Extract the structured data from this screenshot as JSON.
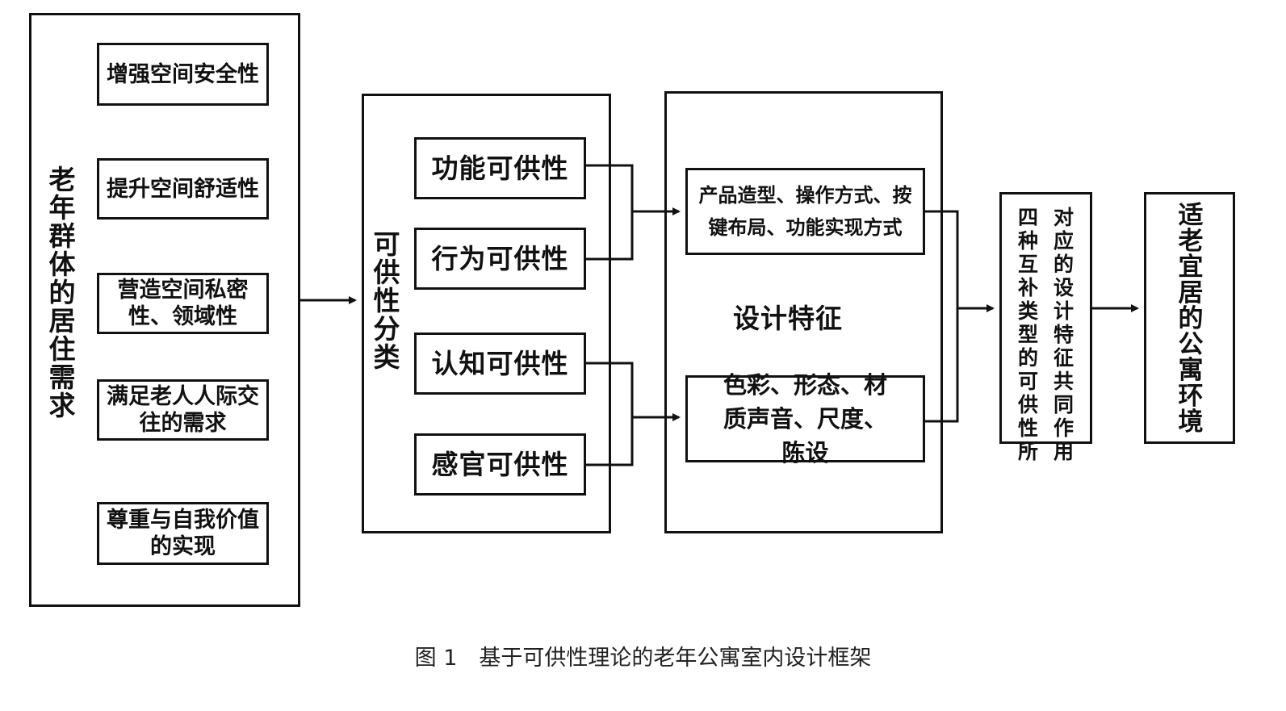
{
  "needs": {
    "title": "老年群体的居住需求",
    "items": [
      "增强空间安全性",
      "提升空间舒适性",
      "营造空间私密性、领域性",
      "满足老人人际交往的需求",
      "尊重与自我价值的实现"
    ]
  },
  "affordance": {
    "title": "可供性分类",
    "items": [
      "功能可供性",
      "行为可供性",
      "认知可供性",
      "感官可供性"
    ]
  },
  "design": {
    "title": "设计特征",
    "top_box": "产品造型、操作方式、按键布局、功能实现方式",
    "bottom_box": "色彩、形态、材质声音、尺度、陈设"
  },
  "combined": {
    "col_right": "对应的设计特征共同作用",
    "col_left": "四种互补类型的可供性所"
  },
  "result": {
    "title": "适老宜居的公寓环境"
  },
  "caption": "图 1　基于可供性理论的老年公寓室内设计框架"
}
